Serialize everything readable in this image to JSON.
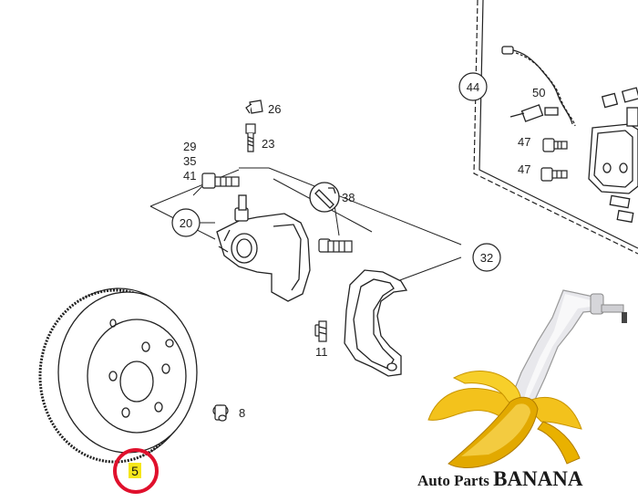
{
  "diagram": {
    "labels": {
      "p26": "26",
      "p23": "23",
      "p29": "29",
      "p35": "35",
      "p41": "41",
      "p20": "20",
      "p38": "38",
      "p32": "32",
      "p11": "11",
      "p8": "8",
      "p44": "44",
      "p50": "50",
      "p47a": "47",
      "p47b": "47",
      "p5": "5"
    },
    "highlight_color": "#f5e61a",
    "marker_color": "#e0102c"
  },
  "watermark": {
    "brand_prefix": "Auto Parts ",
    "brand_name": "BANANA",
    "icon": "banana-wrench-icon"
  }
}
